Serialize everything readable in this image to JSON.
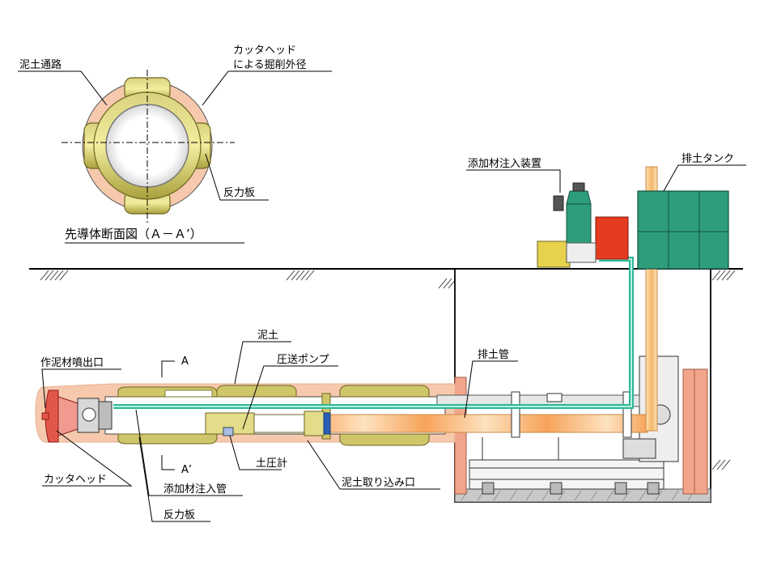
{
  "section": {
    "title": "先導体断面図（Ａ－Ａ’）",
    "label_mud_passage": "泥土通路",
    "label_cutter_outer_1": "カッタヘッド",
    "label_cutter_outer_2": "による掘削外径",
    "label_reaction_plate": "反力板"
  },
  "surface": {
    "label_additive_device": "添加材注入装置",
    "label_discharge_tank": "排土タンク"
  },
  "tunnel": {
    "label_mud": "泥土",
    "label_pressure_pump": "圧送ポンプ",
    "label_discharge_pipe": "排土管",
    "label_mud_nozzle": "作泥材噴出口",
    "label_section_a": "A",
    "label_section_a_prime": "A’",
    "label_cutter_head": "カッタヘッド",
    "label_additive_pipe": "添加材注入管",
    "label_earth_pressure_gauge": "土圧計",
    "label_mud_intake": "泥土取り込み口",
    "label_reaction_plate": "反力板"
  },
  "colors": {
    "soil": "#f6c9ad",
    "olive": "#cfc66a",
    "olive_dark": "#8a8230",
    "pipe_green": "#2fb796",
    "discharge_orange": "#f7a35a",
    "tank_green": "#2e9d7b",
    "equipment_red": "#e53b1f",
    "shaft_wall": "#f3a58b"
  }
}
